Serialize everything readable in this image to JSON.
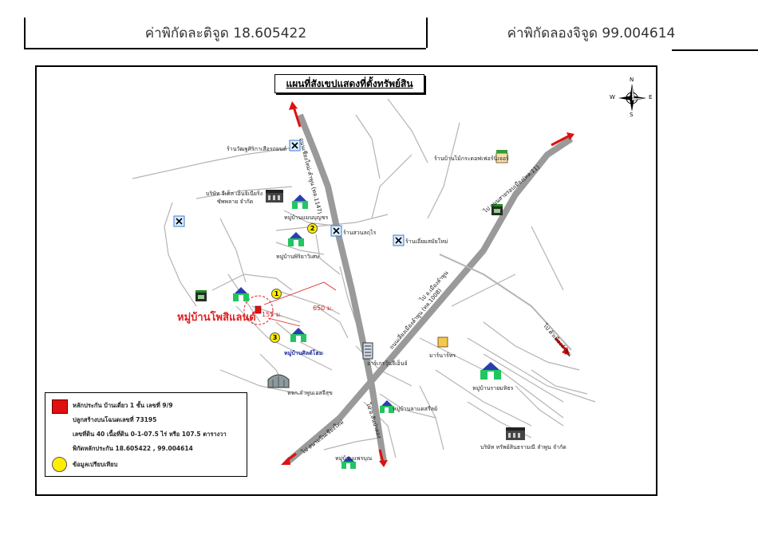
{
  "header": {
    "latitude_label": "ค่าพิกัดละติจูด 18.605422",
    "longitude_label": "ค่าพิกัดลองจิจูด 99.004614"
  },
  "map": {
    "title": "แผนที่สังเขปแสดงที่ตั้งทรัพย์สิน",
    "compass": {
      "n": "N",
      "s": "S",
      "e": "E",
      "w": "W"
    },
    "village_name": "หมู่บ้านโพสิแลนด์",
    "distances": {
      "d1": "155 ม.",
      "d2": "650 ม."
    },
    "points": [
      "1",
      "2",
      "3"
    ],
    "roads": {
      "road1": "ถนนเชียงใหม่-ลำพูน (ทล.1147)",
      "road2": "ถนนเลี่ยงเมืองลำพูน (ทล.1008)",
      "road3": "ไป สนามบินเชียงใหม่",
      "road4": "ไป ตัวเมืองลำพูน",
      "road5": "ไป อ.สันป่าตอง",
      "road6": "ไป อ.เมืองลำพูน",
      "road7": "ไป ถนนสายรอบเมือง(ทล.11)"
    },
    "labels": {
      "l1": "ร้านวัฒฐศิริกาเสือรถยนต์",
      "l2": "บริษัท จีเด็ล เอ็นจิเนียริ่ง",
      "l2b": "ซัพพลาย จำกัด",
      "l3": "หมู่บ้านแมนบุญชร",
      "l4": "ร้านสวนลฤไร",
      "l5": "หมู่บ้านพิริยาวิเศษ",
      "l6": "ร้านเอี่ยมสมัยใหม่",
      "l7": "ร้านบ้านไม้กระดอฟเฟอร์นิเจอร์",
      "l8": "หมู่บ้านศิลต์โฮม",
      "l9": "อาร์เกรวุ้นจีเอ็นจ์",
      "l10": "หจก.ลำพูนเอสจีสุข",
      "l11": "มาร์นาร์ทร",
      "l12": "หมู่บ้านรายมหิธร",
      "l13": "หมู่บ้านลาแดสรีลย์",
      "l14": "บริษัท ทรัพย์สินธรามณี ลำพูน จำกัด",
      "l15": "หมู่บ้านแพรบุณ"
    },
    "legend": {
      "line1": "หลักประกัน  บ้านเดี่ยว 1 ชั้น เลขที่ 9/9",
      "line2": "ปลูกสร้างบนโฉนดเลขที่ 73195",
      "line3": "เลขที่ดิน 40  เนื้อที่ดิน 0-1-07.5 ไร่ หรือ 107.5 ตารางวา",
      "line4": "พิกัดหลักประกัน  18.605422 , 99.004614",
      "line5": "ข้อมูลเปรียบเทียบ"
    },
    "colors": {
      "road": "#9a9a9a",
      "street": "#b4b4b4",
      "arrow": "#e01010",
      "village": "#e02020",
      "point": "#ffee00"
    }
  }
}
